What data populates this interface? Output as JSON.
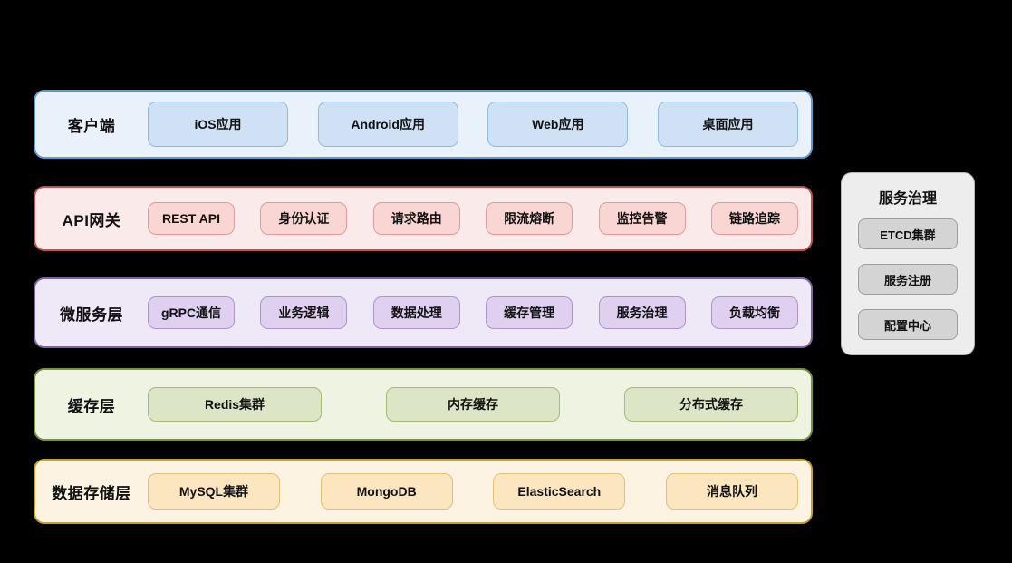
{
  "diagram": {
    "background": "#000000",
    "layers": [
      {
        "id": "client",
        "label": "客户端",
        "fill": "#e9f1fb",
        "border": "#5b9bd5",
        "item_fill": "#cfe2f5",
        "item_border": "#8fb9e0",
        "items": [
          {
            "label": "iOS应用"
          },
          {
            "label": "Android应用"
          },
          {
            "label": "Web应用"
          },
          {
            "label": "桌面应用"
          }
        ]
      },
      {
        "id": "api",
        "label": "API网关",
        "fill": "#fbeaea",
        "border": "#c0504d",
        "item_fill": "#f9d5d4",
        "item_border": "#dd9b99",
        "items": [
          {
            "label": "REST API"
          },
          {
            "label": "身份认证"
          },
          {
            "label": "请求路由"
          },
          {
            "label": "限流熔断"
          },
          {
            "label": "监控告警"
          },
          {
            "label": "链路追踪"
          }
        ]
      },
      {
        "id": "micro",
        "label": "微服务层",
        "fill": "#eee8f7",
        "border": "#8064a2",
        "item_fill": "#ded0ee",
        "item_border": "#ac94c9",
        "items": [
          {
            "label": "gRPC通信"
          },
          {
            "label": "业务逻辑"
          },
          {
            "label": "数据处理"
          },
          {
            "label": "缓存管理"
          },
          {
            "label": "服务治理"
          },
          {
            "label": "负载均衡"
          }
        ]
      },
      {
        "id": "cache",
        "label": "缓存层",
        "fill": "#eef3e2",
        "border": "#77933c",
        "item_fill": "#dde5c7",
        "item_border": "#a6bb73",
        "items": [
          {
            "label": "Redis集群"
          },
          {
            "label": "内存缓存"
          },
          {
            "label": "分布式缓存"
          }
        ]
      },
      {
        "id": "data",
        "label": "数据存储层",
        "fill": "#fdf3e2",
        "border": "#c8a227",
        "item_fill": "#fce6c0",
        "item_border": "#e0c276",
        "items": [
          {
            "label": "MySQL集群"
          },
          {
            "label": "MongoDB"
          },
          {
            "label": "ElasticSearch"
          },
          {
            "label": "消息队列"
          }
        ]
      }
    ],
    "side_panel": {
      "title": "服务治理",
      "fill": "#ededed",
      "border": "#b7b7b7",
      "item_fill": "#d4d4d4",
      "item_border": "#9d9d9d",
      "items": [
        {
          "label": "ETCD集群"
        },
        {
          "label": "服务注册"
        },
        {
          "label": "配置中心"
        }
      ]
    }
  }
}
